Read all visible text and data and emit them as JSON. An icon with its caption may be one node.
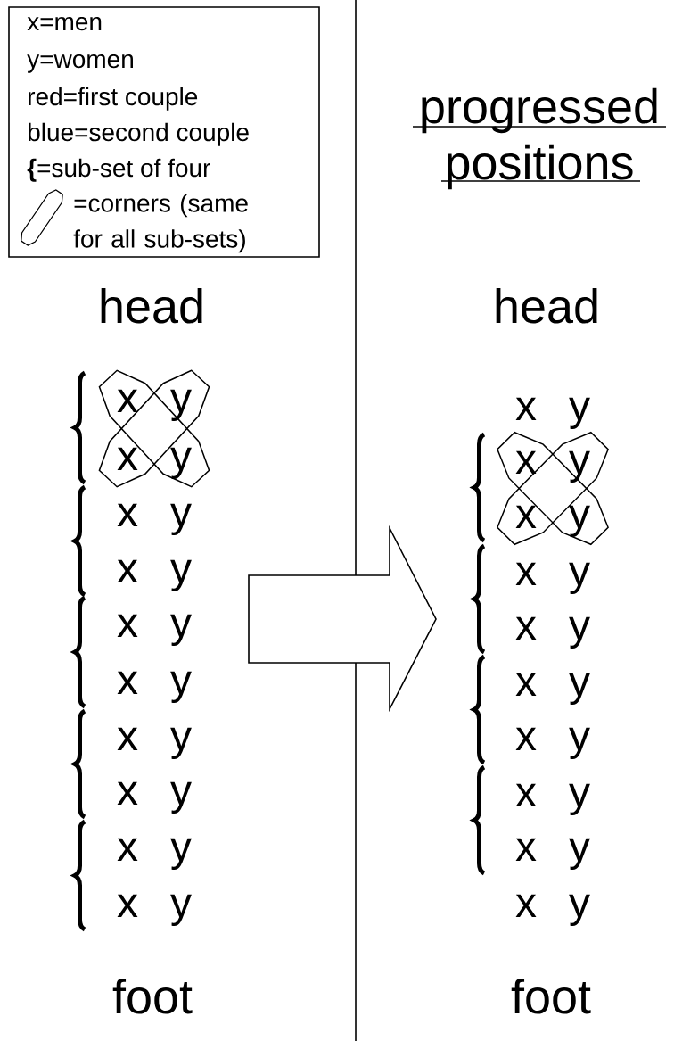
{
  "diagram": {
    "labels": [
      "head",
      "x",
      "y",
      "x",
      "y",
      "x",
      "y",
      "x",
      "y",
      "x",
      "y",
      "x",
      "y",
      "x",
      "y",
      "x",
      "y",
      "x",
      "y",
      "x",
      "y",
      "foot",
      "progressed positions",
      "head",
      "x",
      "y",
      "x",
      "y",
      "x",
      "y",
      "x",
      "y",
      "x",
      "y",
      "x",
      "y",
      "x",
      "y",
      "x",
      "y",
      "x",
      "y",
      "x",
      "y",
      "foot"
    ],
    "legend": [
      {
        "text": "x=men"
      },
      {
        "text": "y=women"
      },
      {
        "text": "red=first couple"
      },
      {
        "text": "blue=second couple"
      },
      {
        "text": "**{**=sub-set of four"
      },
      {
        "text": "=corners (same for all sub-sets)"
      }
    ]
  }
}
